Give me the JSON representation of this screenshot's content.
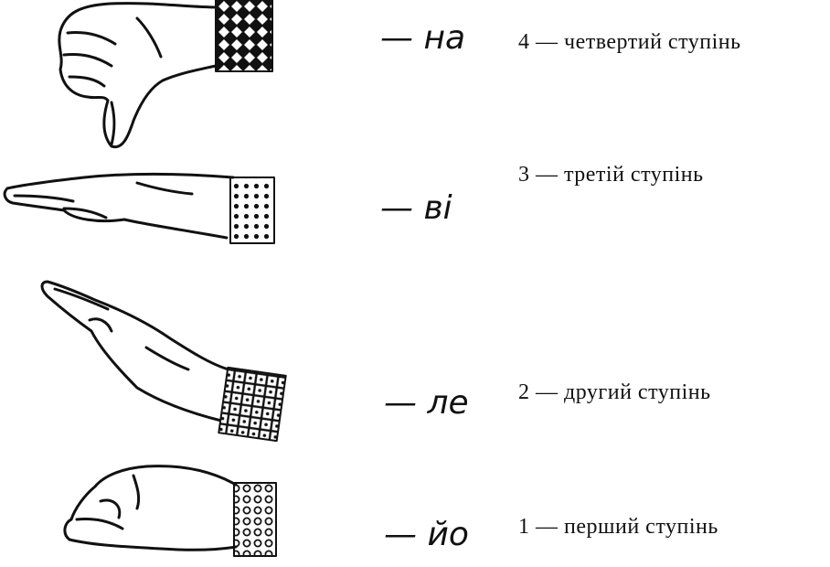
{
  "rows": [
    {
      "syllable": "— на",
      "caption": "4 — четвертий ступінь"
    },
    {
      "syllable": "— ві",
      "caption": "3 — третій ступінь"
    },
    {
      "syllable": "— ле",
      "caption": "2 — другий ступінь"
    },
    {
      "syllable": "— йо",
      "caption": "1 — перший ступінь"
    }
  ]
}
